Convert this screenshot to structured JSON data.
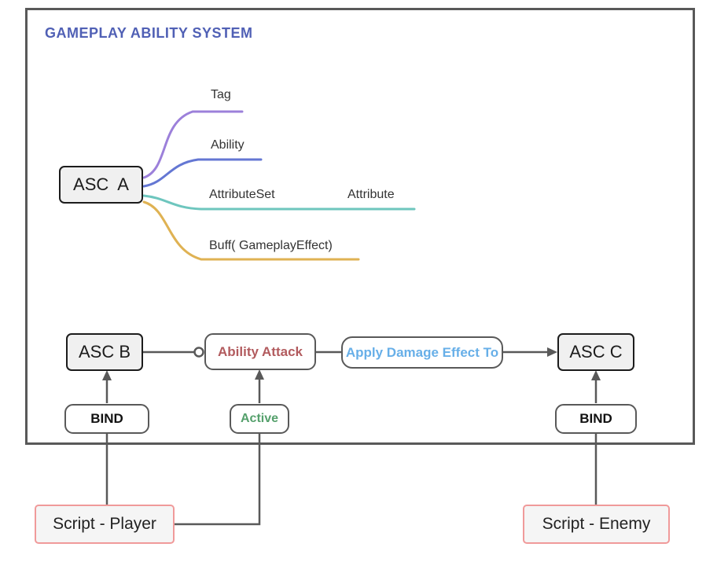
{
  "title": "GAMEPLAY ABILITY SYSTEM",
  "colors": {
    "title_text": "#5060b5",
    "line_gray": "#595959",
    "asc_border": "#1c1c1c",
    "asc_fill": "#f0f0f0",
    "attack_text": "#b25b5e",
    "damage_text": "#67afe8",
    "active_text": "#55a06c",
    "script_border": "#f09a9a",
    "script_fill": "#f5f5f5",
    "label_text": "#333333"
  },
  "mindmap": {
    "root_label": "ASC  A",
    "branches": [
      {
        "label": "Tag",
        "color": "#9c80da"
      },
      {
        "label": "Ability",
        "color": "#6477d3"
      },
      {
        "label": "AttributeSet",
        "color": "#6ec6be",
        "child_label": "Attribute"
      },
      {
        "label": "Buff( GameplayEffect)",
        "color": "#dfb253"
      }
    ]
  },
  "flow": {
    "asc_b_label": "ASC B",
    "ability_attack_label": "Ability Attack",
    "apply_damage_label": "Apply Damage Effect To",
    "asc_c_label": "ASC C",
    "bind_left_label": "BIND",
    "active_label": "Active",
    "bind_right_label": "BIND"
  },
  "scripts": {
    "player_label": "Script - Player",
    "enemy_label": "Script - Enemy"
  }
}
